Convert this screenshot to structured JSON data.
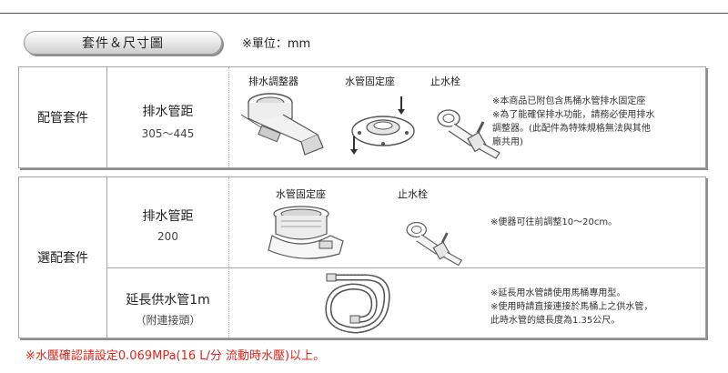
{
  "header": {
    "title": "套件＆尺寸圖",
    "unit_note": "※單位：mm"
  },
  "section_included": {
    "label": "配管套件",
    "row": {
      "title": "排水管距",
      "subtitle": "305～445",
      "items": [
        "排水調整器",
        "水管固定座",
        "止水栓"
      ],
      "notes": [
        "※本商品已附包含馬桶水管排水固定座",
        "※為了能確保排水功能，請務必使用排水",
        "調整器。(此配件為特殊規格無法與其他",
        "廠共用)"
      ]
    }
  },
  "section_optional": {
    "label": "選配套件",
    "rows": [
      {
        "title": "排水管距",
        "subtitle": "200",
        "items": [
          "水管固定座",
          "止水栓"
        ],
        "notes": [
          "※便器可往前調整10～20cm。"
        ]
      },
      {
        "title": "延長供水管1m",
        "subtitle": "（附連接頭）",
        "notes": [
          "※延長用水管請使用馬桶專用型。",
          "※使用時請直接連接於馬桶上之供水管，",
          "此時水管的總長度為1.35公尺。"
        ]
      }
    ]
  },
  "footer": {
    "note": "※水壓確認請設定0.069MPa(16 L/分 流動時水壓)以上。"
  },
  "colors": {
    "accent_red": "#e2231a",
    "border_gray": "#a6a6a6"
  },
  "icons": [
    "drain-adjuster-icon",
    "pipe-fixing-seat-icon",
    "stop-valve-icon",
    "braided-hose-icon"
  ]
}
